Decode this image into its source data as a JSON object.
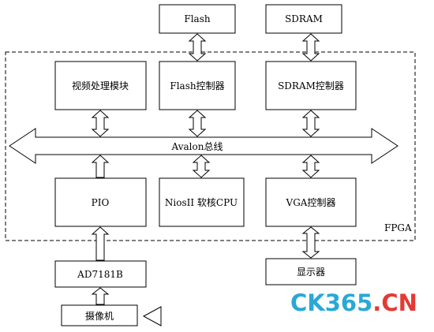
{
  "blocks": {
    "flash": "Flash",
    "sdram": "SDRAM",
    "video_module": "视频处理模块",
    "flash_ctrl": "Flash控制器",
    "sdram_ctrl": "SDRAM控制器",
    "avalon_bus": "Avalon总线",
    "pio": "PIO",
    "nios_cpu": "NiosII 软核CPU",
    "vga_ctrl": "VGA控制器",
    "fpga": "FPGA",
    "ad7181b": "AD7181B",
    "display": "显示器",
    "camera": "摄像机"
  },
  "watermark": {
    "brand": "CK365",
    "dot": ".",
    "tld": "CN"
  }
}
